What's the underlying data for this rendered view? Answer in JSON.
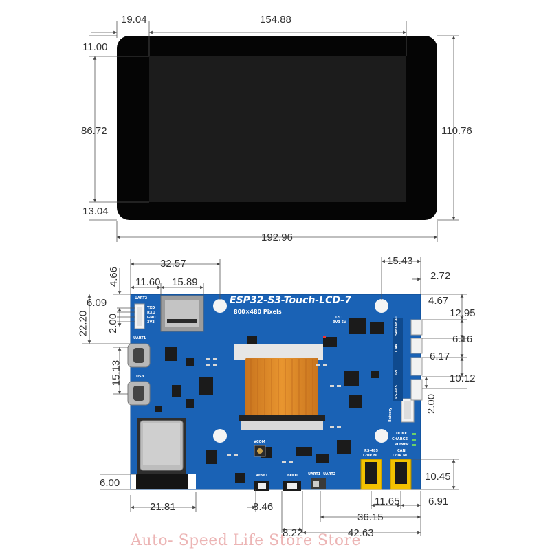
{
  "top_view": {
    "dimensions": {
      "left_bezel_width": "19.04",
      "screen_width": "154.88",
      "top_bezel_height": "11.00",
      "screen_height": "86.72",
      "bottom_bezel_height": "13.04",
      "total_height": "110.76",
      "total_width": "192.96"
    }
  },
  "board": {
    "title": "ESP32-S3-Touch-LCD-7",
    "subtitle": "800×480 Pixels",
    "silkscreen": {
      "uart2": "UART2",
      "uart2_pins": [
        "TXD",
        "RXD",
        "GND",
        "3V3"
      ],
      "uart1": "UART1",
      "usb": "USB",
      "i2c": "I2C",
      "i2c_pins": "3V3 5V",
      "sensor_ad": "Sensor AD",
      "can_side": "CAN",
      "i2c_side": "I2C",
      "rs485_side": "RS-485",
      "battery": "Battery",
      "done": "DONE",
      "charge": "CHARGE",
      "power": "POWER",
      "rs485_label": "RS-485",
      "rs485_sub": "120R NC",
      "can_label": "CAN",
      "can_sub": "120R NC",
      "vcom": "VCOM",
      "reset": "RESET",
      "boot": "BOOT",
      "uart_sel_1": "UART1",
      "uart_sel_2": "UART2"
    },
    "dimensions": {
      "top_offset": "4.66",
      "uart2_pitch": "6.09",
      "uart2_offset": "22.20",
      "uart2_pin_pitch": "2.00",
      "sd_offset": "32.57",
      "sd_left": "11.60",
      "sd_width": "15.89",
      "usb_spacing": "15.13",
      "module_bottom": "6.00",
      "module_left": "21.81",
      "reset_pos": "8.46",
      "boot_pos": "8.22",
      "right_hole": "15.43",
      "right_edge": "2.72",
      "right_top": "4.67",
      "connector_a": "12.95",
      "connector_b": "6.16",
      "connector_c": "6.17",
      "connector_d": "10.12",
      "connector_pitch": "2.00",
      "term_height": "10.45",
      "term_gap": "11.65",
      "term_edge": "6.91",
      "term_offset": "36.15",
      "total_offset": "42.63"
    }
  },
  "watermark": "Auto- Speed Life Store Store"
}
